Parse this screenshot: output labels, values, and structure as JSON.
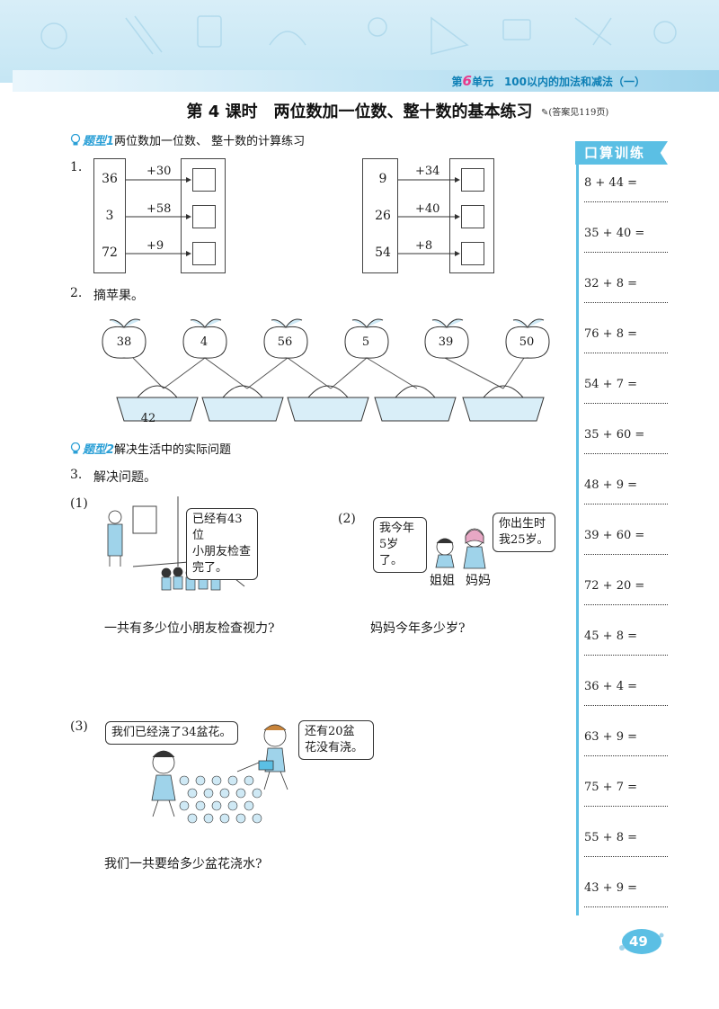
{
  "header": {
    "unit_prefix": "第",
    "unit_number": "6",
    "unit_suffix": "单元　100以内的加法和减法（一）"
  },
  "lesson": {
    "title_part1": "第 4 课时",
    "title_part2": "两位数加一位数、整十数的基本练习",
    "answer_ref": "(答案见119页)"
  },
  "type1": {
    "tag": "题型1",
    "text": "两位数加一位数、 整十数的计算练习"
  },
  "q1": {
    "number": "1.",
    "left": {
      "inputs": [
        "36",
        "3",
        "72"
      ],
      "ops": [
        "+30",
        "+58",
        "+9"
      ]
    },
    "right": {
      "inputs": [
        "9",
        "26",
        "54"
      ],
      "ops": [
        "+34",
        "+40",
        "+8"
      ]
    }
  },
  "q2": {
    "number": "2.",
    "title": "摘苹果。",
    "apples": [
      "38",
      "4",
      "56",
      "5",
      "39",
      "50"
    ],
    "basket_label": "42"
  },
  "type2": {
    "tag": "题型2",
    "text": "解决生活中的实际问题"
  },
  "q3": {
    "number": "3.",
    "title": "解决问题。",
    "p1": {
      "label": "(1)",
      "bubble": "已经有43位小朋友检查完了。",
      "bubble_lines": [
        "已经有43位",
        "小朋友检查",
        "完了。"
      ],
      "question": "一共有多少位小朋友检查视力?"
    },
    "p2": {
      "label": "(2)",
      "bubble_left": [
        "我今年",
        "5岁了。"
      ],
      "bubble_right": [
        "你出生时",
        "我25岁。"
      ],
      "name_left": "姐姐",
      "name_right": "妈妈",
      "question": "妈妈今年多少岁?"
    },
    "p3": {
      "label": "(3)",
      "bubble_left": "我们已经浇了34盆花。",
      "bubble_right": [
        "还有20盆",
        "花没有浇。"
      ],
      "question": "我们一共要给多少盆花浇水?"
    }
  },
  "sidebar": {
    "title": "口算训练",
    "items": [
      "8 + 44 =",
      "35 + 40 =",
      "32 + 8 =",
      "76 + 8 =",
      "54 + 7 =",
      "35 + 60 =",
      "48 + 9 =",
      "39 + 60 =",
      "72 + 20 =",
      "45 + 8 =",
      "36 + 4 =",
      "63 + 9 =",
      "75 + 7 =",
      "55 + 8 =",
      "43 + 9 ="
    ]
  },
  "page_number": "49",
  "colors": {
    "accent": "#5bbfe4",
    "title_blue": "#0d7fb5",
    "tag_blue": "#2a9fd6"
  }
}
